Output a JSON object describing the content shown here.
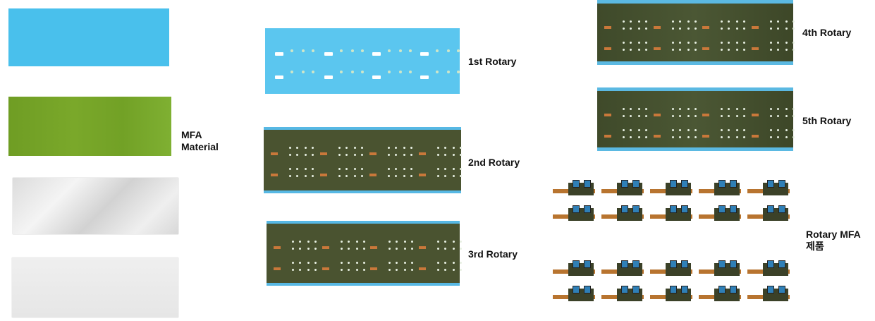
{
  "labels": {
    "mfa_material": "MFA\nMaterial",
    "rotary_1": "1st Rotary",
    "rotary_2": "2nd Rotary",
    "rotary_3": "3rd Rotary",
    "rotary_4": "4th Rotary",
    "rotary_5": "5th Rotary",
    "rotary_product": "Rotary MFA\n제품"
  },
  "colors": {
    "liner_blue": "#49c0ec",
    "mfa_green": "#76a52a",
    "strip_dark": "#4a5330",
    "copper": "#c9783a",
    "camera_blue": "#2f7fb6"
  }
}
